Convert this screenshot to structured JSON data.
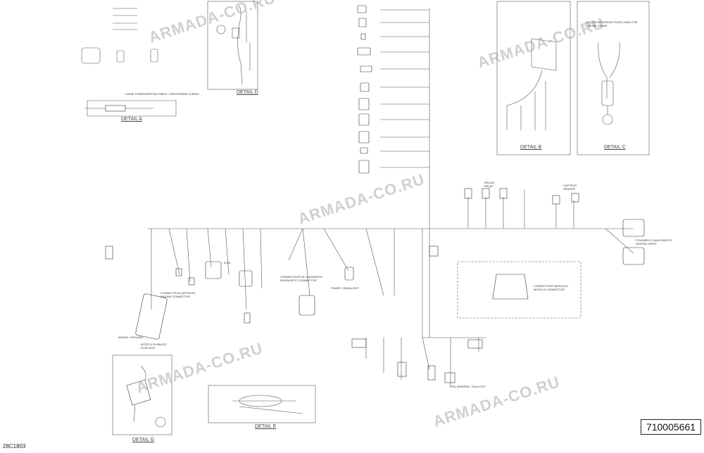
{
  "diagram": {
    "part_number": "710005661",
    "illustration_code": "28C1803",
    "watermark_text": "ARMADA-CO.RU",
    "details": {
      "a": "DETAIL A",
      "b": "DETAIL B",
      "c": "DETAIL C",
      "d": "DETAIL D",
      "e": "DETAIL E",
      "g": "DETAIL G"
    },
    "labels": {
      "detail_a_note": "GAINE THERMORÉTRACTABLE / HEATSHRINK TUBING",
      "detail_c_note": "DISQUE/INTERIEUR POUR L'AMIL FOR ENGINE CRANK",
      "diag_connector": "CONNECTEUR DE DIAGNOSTIC\nDIAGNOSTIC CONNECTOR",
      "module_connector": "CONNECTEUR (MODULE)\nMODULE CONNECTOR",
      "pin_connector": "CONNECTEUR (MOTEUR)\nENGINE CONNECTOR",
      "heat_grip": "POIGNÉES CHAUFFANTES\nHEATED GRIPS",
      "headlight": "PHARE / HEADLIGHT",
      "taillight": "FEU ARRIÈRE / TAILLIGHT",
      "ground": "MASSE / GROUND",
      "fuse_box": "BOÎTE À FUSIBLES\nFUSE BOX",
      "ecm": "ECM",
      "relay": "RELAIS\nRELAY",
      "sensor": "CAPTEUR\nSENSOR"
    }
  }
}
